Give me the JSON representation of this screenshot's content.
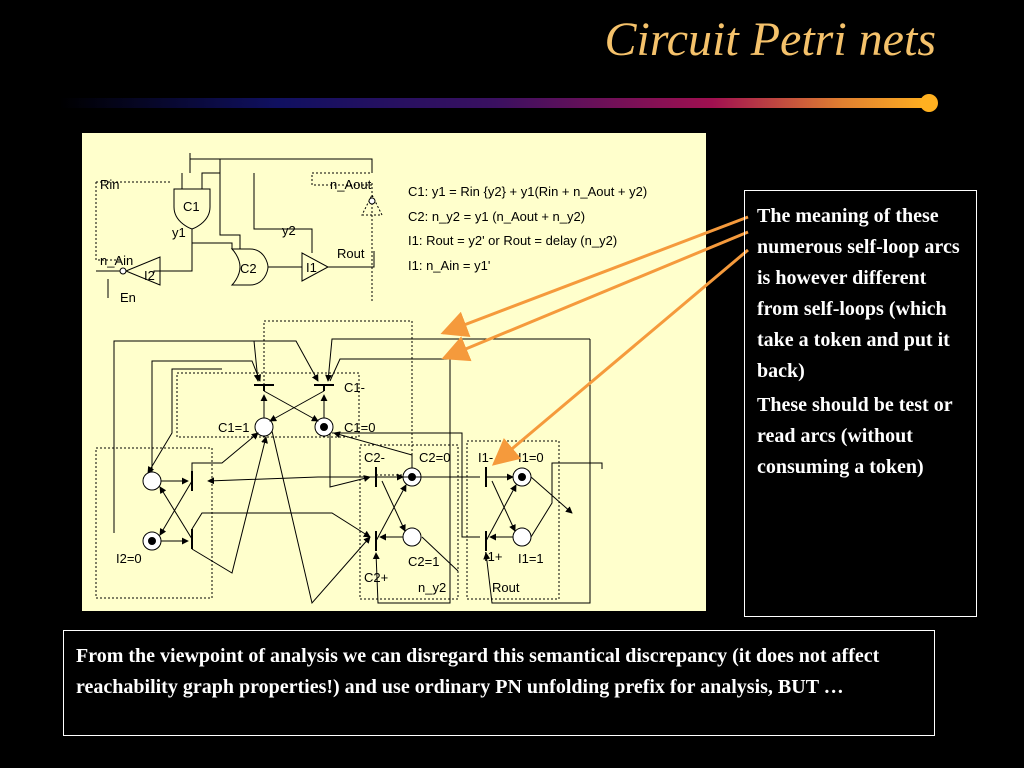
{
  "slide": {
    "title": "Circuit Petri nets",
    "colors": {
      "title": "#f5c26b",
      "arrow": "#f59a3c",
      "background": "#000000",
      "diagram_bg": "#ffffcc"
    }
  },
  "circuit": {
    "labels": {
      "rin": "Rin",
      "n_aout": "n_Aout",
      "c1": "C1",
      "y1": "y1",
      "y2": "y2",
      "rout": "Rout",
      "n_ain": "n_Ain",
      "i2": "I2",
      "c2": "C2",
      "i1": "I1",
      "en": "En"
    },
    "equations": [
      "C1: y1 = Rin {y2} + y1(Rin + n_Aout + y2)",
      "C2: n_y2 = y1 (n_Aout + n_y2)",
      "I1: Rout = y2' or Rout = delay (n_y2)",
      "I1: n_Ain = y1'"
    ]
  },
  "petri": {
    "labels": {
      "c1_minus": "C1-",
      "c1_eq1": "C1=1",
      "c1_eq0": "C1=0",
      "c2_minus": "C2-",
      "c2_eq0": "C2=0",
      "i1_minus": "I1-",
      "i1_eq0": "I1=0",
      "i2_eq0": "I2=0",
      "c2_eq1": "C2=1",
      "i1_plus": "I1+",
      "i1_eq1": "I1=1",
      "c2_plus": "C2+",
      "n_y2": "n_y2",
      "rout": "Rout"
    }
  },
  "callout": {
    "paragraph1": "The meaning of these numerous self-loop arcs is however different from self-loops (which take a token and put it back)",
    "paragraph2": "These should be test or read arcs (without consuming a token)"
  },
  "bottom_note": "From the viewpoint of analysis we can disregard this semantical discrepancy (it does not affect reachability graph properties!) and use ordinary PN unfolding prefix for analysis, BUT …"
}
